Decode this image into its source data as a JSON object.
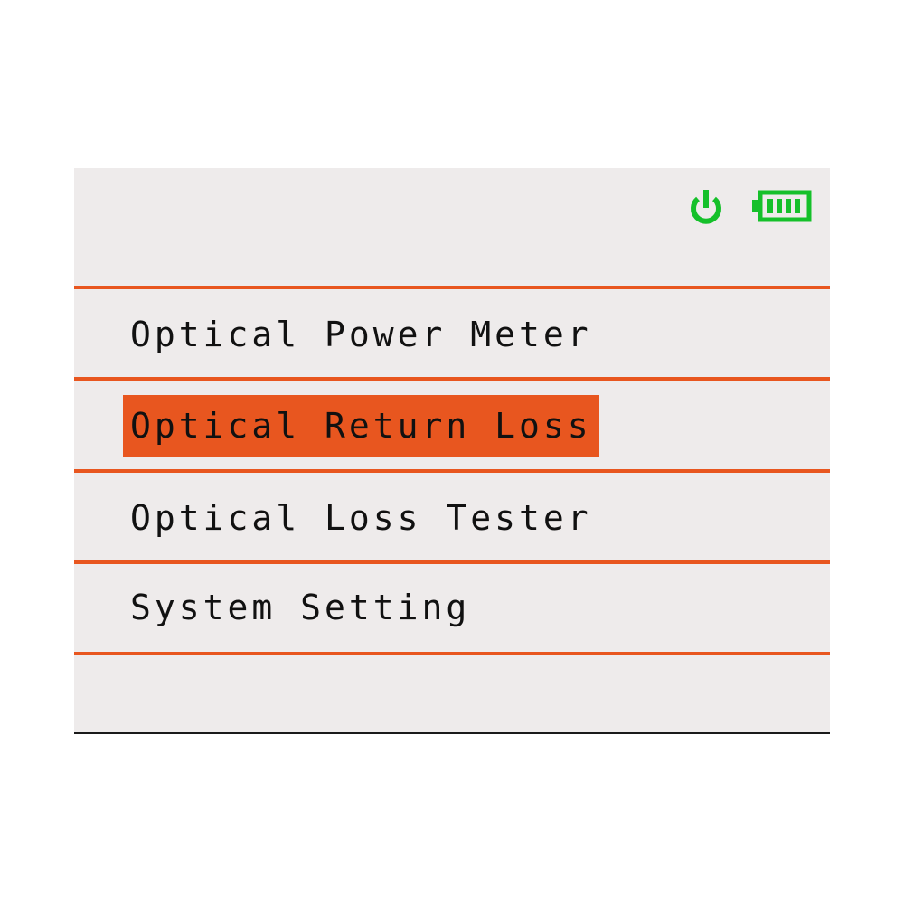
{
  "theme": {
    "accent": "#e8561f",
    "status_green": "#15c02a",
    "screen_bg": "#eeebeb"
  },
  "status_bar": {
    "power_icon": "power-icon",
    "battery_icon": "battery-icon",
    "battery_level": 1.0
  },
  "menu": {
    "selected_index": 1,
    "items": [
      {
        "label": "Optical Power Meter"
      },
      {
        "label": "Optical Return Loss"
      },
      {
        "label": "Optical Loss Tester"
      },
      {
        "label": "System Setting"
      }
    ]
  }
}
